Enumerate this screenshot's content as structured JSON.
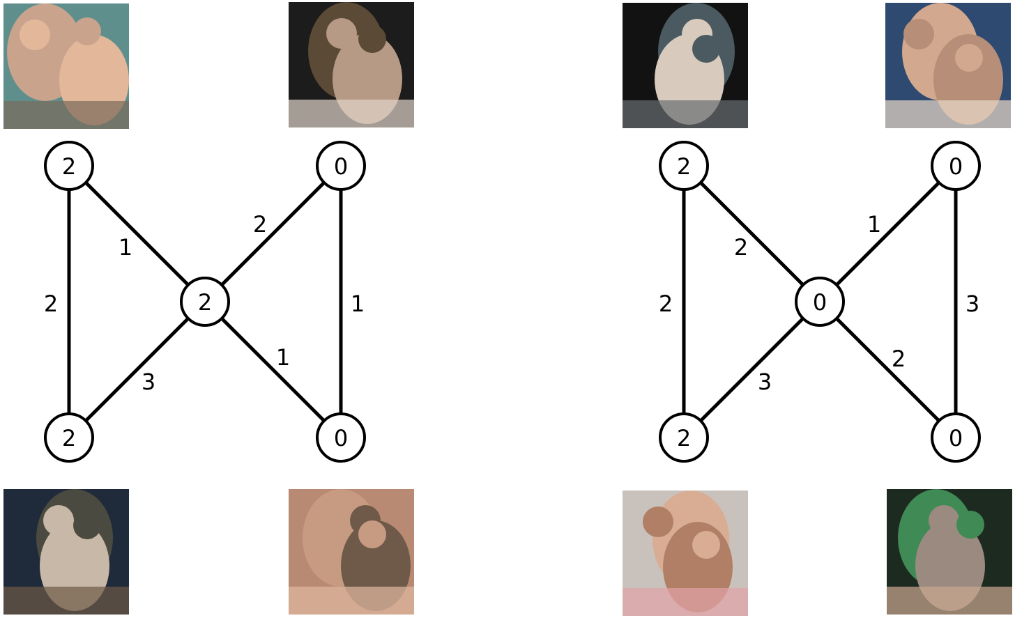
{
  "photos": [
    {
      "id": "p1",
      "colors": [
        "#5e8f8c",
        "#c9a38c",
        "#e3b79a",
        "#7a6a5a"
      ],
      "icon": "photo-figures"
    },
    {
      "id": "p2",
      "colors": [
        "#1d1c1c",
        "#5a4a36",
        "#b79a86",
        "#e0d4c9"
      ],
      "icon": "photo-figures"
    },
    {
      "id": "p3",
      "colors": [
        "#121212",
        "#4a5a60",
        "#d8cbbe",
        "#6a6e70"
      ],
      "icon": "photo-figures"
    },
    {
      "id": "p4",
      "colors": [
        "#2f4a70",
        "#d2a88e",
        "#b78f78",
        "#e8d9c8"
      ],
      "icon": "photo-figures"
    },
    {
      "id": "p5",
      "colors": [
        "#1f2a3a",
        "#4b4a40",
        "#c8b8a8",
        "#6e5a46"
      ],
      "icon": "photo-figures"
    },
    {
      "id": "p6",
      "colors": [
        "#b98a73",
        "#c79b82",
        "#6f5a4a",
        "#e0b8a0"
      ],
      "icon": "photo-figures"
    },
    {
      "id": "p7",
      "colors": [
        "#c9c1bb",
        "#d9ad93",
        "#b07f66",
        "#e3a2a6"
      ],
      "icon": "photo-figures"
    },
    {
      "id": "p8",
      "colors": [
        "#1c2a20",
        "#3f8a55",
        "#9a8a80",
        "#caa890"
      ],
      "icon": "photo-figures"
    }
  ],
  "graphs": [
    {
      "nodes": [
        {
          "id": "tl",
          "label": "2"
        },
        {
          "id": "tr",
          "label": "0"
        },
        {
          "id": "c",
          "label": "2"
        },
        {
          "id": "bl",
          "label": "2"
        },
        {
          "id": "br",
          "label": "0"
        }
      ],
      "edges": [
        {
          "from": "tl",
          "to": "bl",
          "label": "2"
        },
        {
          "from": "tl",
          "to": "c",
          "label": "1"
        },
        {
          "from": "c",
          "to": "tr",
          "label": "2"
        },
        {
          "from": "tr",
          "to": "br",
          "label": "1"
        },
        {
          "from": "c",
          "to": "br",
          "label": "1"
        },
        {
          "from": "bl",
          "to": "c",
          "label": "3"
        }
      ]
    },
    {
      "nodes": [
        {
          "id": "tl",
          "label": "2"
        },
        {
          "id": "tr",
          "label": "0"
        },
        {
          "id": "c",
          "label": "0"
        },
        {
          "id": "bl",
          "label": "2"
        },
        {
          "id": "br",
          "label": "0"
        }
      ],
      "edges": [
        {
          "from": "tl",
          "to": "bl",
          "label": "2"
        },
        {
          "from": "tl",
          "to": "c",
          "label": "2"
        },
        {
          "from": "c",
          "to": "tr",
          "label": "1"
        },
        {
          "from": "tr",
          "to": "br",
          "label": "3"
        },
        {
          "from": "c",
          "to": "br",
          "label": "2"
        },
        {
          "from": "bl",
          "to": "c",
          "label": "3"
        }
      ]
    }
  ]
}
